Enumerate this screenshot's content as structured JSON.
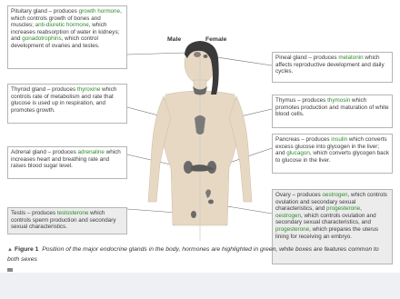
{
  "labels": {
    "male": "Male",
    "female": "Female"
  },
  "boxes": {
    "pituitary": {
      "t1": "Pituitary gland – produces ",
      "h1": "growth hormone",
      "t2": ", which controls growth of bones and muscles; ",
      "h2": "anti-diuretic hormone",
      "t3": ", which increases reabsorption of water in kidneys; and ",
      "h3": "gonadotrophins",
      "t4": ", which control development of ovaries and testes."
    },
    "thyroid": {
      "t1": "Thyroid gland – produces ",
      "h1": "thyroxine",
      "t2": " which controls rate of metabolism and rate that glucose is used up in respiration, and promotes growth."
    },
    "adrenal": {
      "t1": "Adrenal gland – produces ",
      "h1": "adrenaline",
      "t2": " which increases heart and breathing rate and raises blood sugar level."
    },
    "testis": {
      "t1": "Testis – produces ",
      "h1": "testosterone",
      "t2": " which controls sperm production and secondary sexual characteristics."
    },
    "pineal": {
      "t1": "Pineal gland – produces ",
      "h1": "melatonin",
      "t2": " which affects reproductive development and daily cycles."
    },
    "thymus": {
      "t1": "Thymus – produces ",
      "h1": "thymosin",
      "t2": " which promotes production and maturation of white blood cells."
    },
    "pancreas": {
      "t1": "Pancreas – produces ",
      "h1": "insulin",
      "t2": " which converts excess glucose into glycogen in the liver; and ",
      "h2": "glucagon",
      "t3": ", which converts glycogen back to glucose in the liver."
    },
    "ovary": {
      "t1": "Ovary – produces ",
      "h1": "oestrogen",
      "t2": ", which controls ovulation and secondary sexual characteristics, and ",
      "h2": "progesterone",
      "t3": ", ",
      "h3": "oestrogen",
      "t4": ", which controls ovulation and secondary sexual characteristics, and ",
      "h4": "progesterone",
      "t5": ", which prepares the uterus lining for receiving an embryo."
    }
  },
  "caption": {
    "marker": "▲",
    "number": "Figure 1",
    "text": "Position of the major endocrine glands in the body, hormones are highlighted in green, white boxes are features common to both sexes"
  },
  "colors": {
    "hormone_highlight": "#2e8b2e",
    "box_border": "#b5b5b5",
    "female_only_box": "#ececec",
    "skin": "#e6d8c3",
    "hair": "#3a3a3a",
    "gland_dark": "#5a5a5a"
  }
}
